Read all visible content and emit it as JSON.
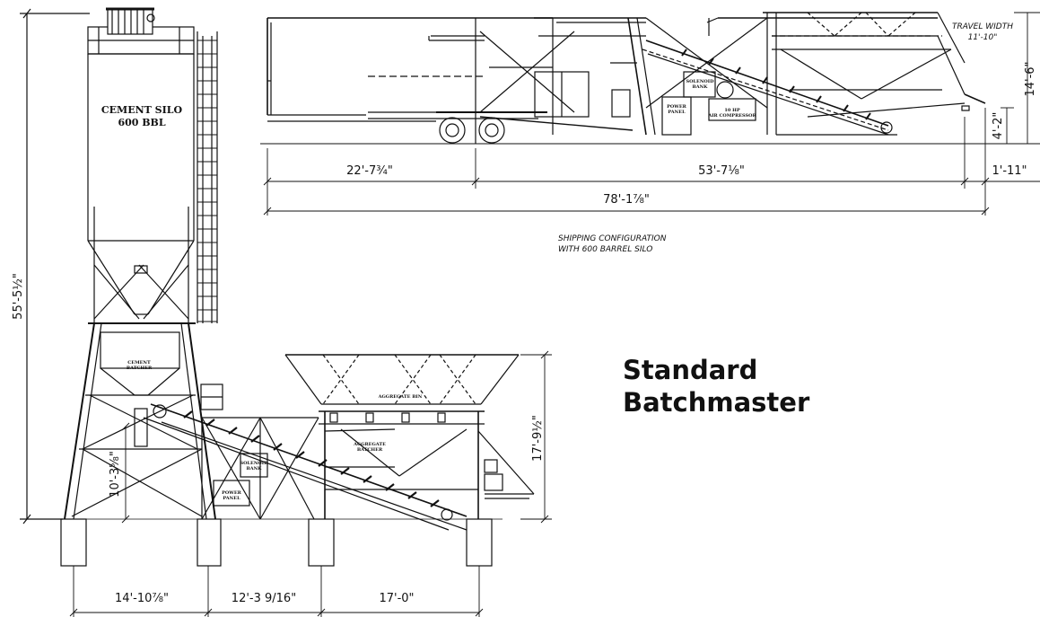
{
  "heading": {
    "line1": "Standard",
    "line2": "Batchmaster"
  },
  "silo": {
    "title": "CEMENT SILO",
    "capacity": "600 BBL",
    "batcher_label_1": "CEMENT",
    "batcher_label_2": "BATCHER"
  },
  "aggregate": {
    "bin_label": "AGGREGATE BIN",
    "batcher_label_1": "AGGREGATE",
    "batcher_label_2": "BATCHER",
    "panel_label_1": "POWER",
    "panel_label_2": "PANEL",
    "solenoid_1": "SOLENOID",
    "solenoid_2": "BANK"
  },
  "shipping": {
    "caption_line1": "SHIPPING CONFIGURATION",
    "caption_line2": "WITH 600 BARREL SILO",
    "travel_width_line1": "TRAVEL WIDTH",
    "travel_width_line2": "11'-10\"",
    "compressor_1": "10 HP",
    "compressor_2": "AIR COMPRESSOR",
    "panel_1": "POWER",
    "panel_2": "PANEL",
    "solenoid_1": "SOLENOID",
    "solenoid_2": "BANK"
  },
  "dimensions": {
    "overall_height": "55'-5½\"",
    "conveyor_clearance": "10'-3⅝\"",
    "bin_height": "17'-9½\"",
    "base_1": "14'-10⅞\"",
    "base_2": "12'-3 9/16\"",
    "base_3": "17'-0\"",
    "ship_front": "22'-7¾\"",
    "ship_rear": "53'-7⅛\"",
    "ship_total": "78'-1⅞\"",
    "ship_overhang": "1'-11\"",
    "ship_height": "14'-6\"",
    "ship_axle": "4'-2\""
  },
  "colors": {
    "ink": "#111111",
    "background": "#ffffff"
  }
}
